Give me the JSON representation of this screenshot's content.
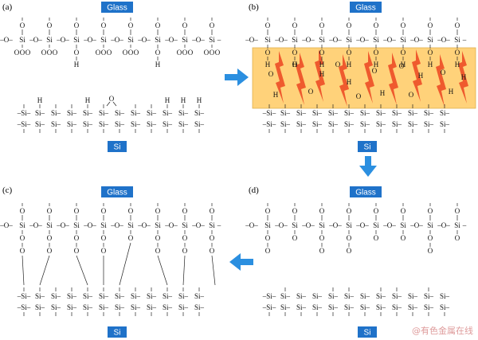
{
  "panels": [
    {
      "letter": "(a)",
      "top_label": "Glass",
      "bottom_label": "Si"
    },
    {
      "letter": "(b)",
      "top_label": "Glass",
      "bottom_label": "Si"
    },
    {
      "letter": "(c)",
      "top_label": "Glass",
      "bottom_label": "Si"
    },
    {
      "letter": "(d)",
      "top_label": "Glass",
      "bottom_label": "Si"
    }
  ],
  "atoms": {
    "si": "Si",
    "o": "O",
    "h": "H"
  },
  "watermark": "@有色金属在线",
  "colors": {
    "label_bg": "#1f72c9",
    "arrow": "#2b8fe0",
    "interface_band": "#ffd27a",
    "crack": "#ef5a2e"
  }
}
